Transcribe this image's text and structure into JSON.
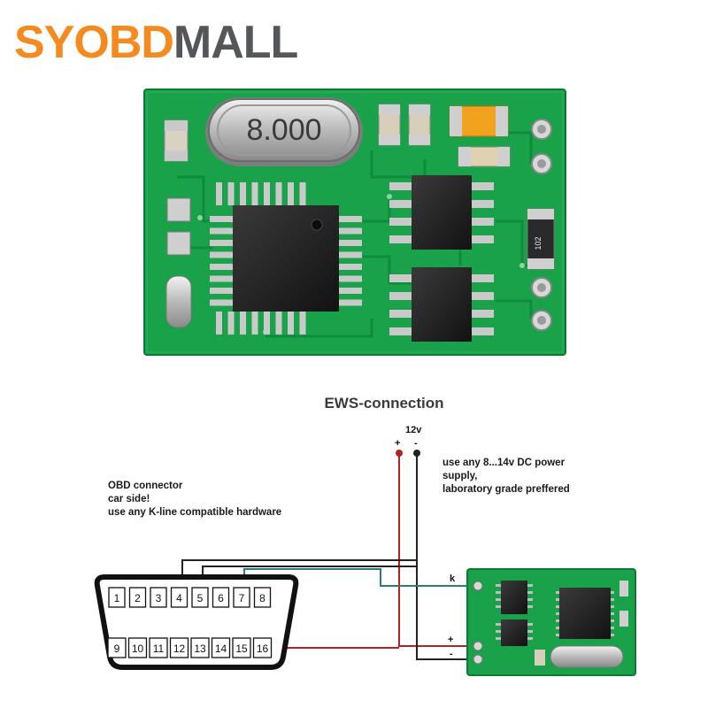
{
  "brand": {
    "part1": "SYOBD",
    "part2": "MALL",
    "color_part1": "#f58a1f",
    "color_part2": "#55565a"
  },
  "board_photo": {
    "crystal_label": "8.000",
    "resistor_label": "102",
    "pcb_color": "#1aa24a"
  },
  "diagram": {
    "title": "EWS-connection",
    "power": {
      "voltage_label": "12v",
      "plus": "+",
      "minus": "-",
      "note": [
        "use any 8...14v DC power",
        "supply,",
        "laboratory grade preffered"
      ]
    },
    "obd_note": [
      "OBD connector",
      "car side!",
      "use any K-line compatible hardware"
    ],
    "obd_top_pins": [
      "1",
      "2",
      "3",
      "4",
      "5",
      "6",
      "7",
      "8"
    ],
    "obd_bottom_pins": [
      "9",
      "10",
      "11",
      "12",
      "13",
      "14",
      "15",
      "16"
    ],
    "module_labels": {
      "k": "k",
      "plus": "+",
      "minus": "-"
    },
    "wire_colors": {
      "positive": "#b22222",
      "ground": "#222222",
      "kline": "#2f7d6d"
    }
  }
}
